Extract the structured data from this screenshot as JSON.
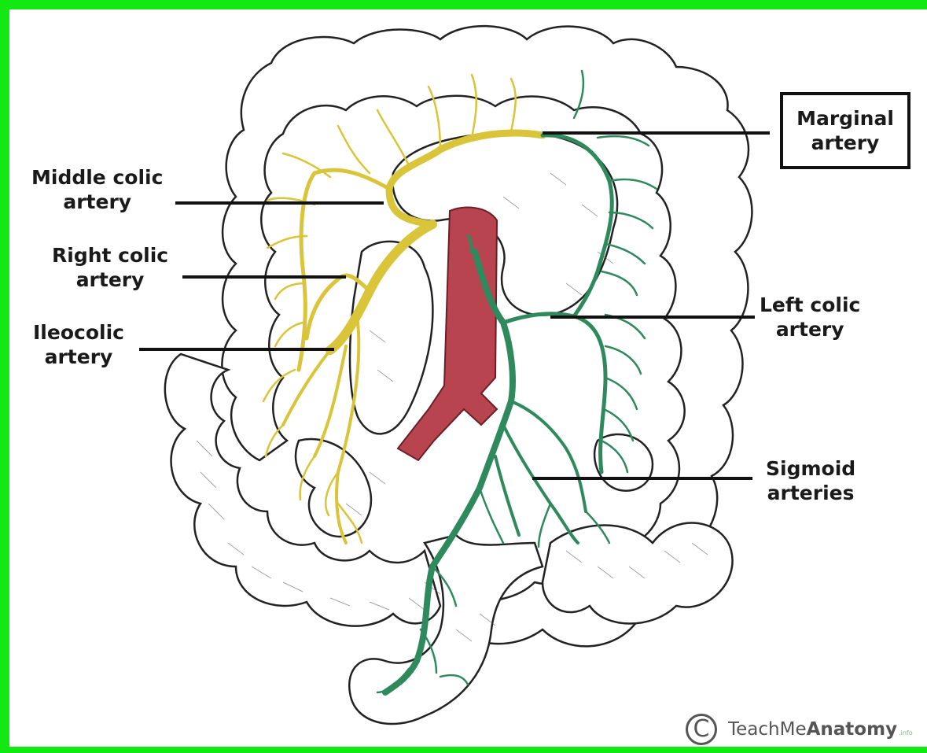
{
  "labels": {
    "marginal_artery": [
      "Marginal",
      "artery"
    ],
    "middle_colic_artery": [
      "Middle colic",
      "artery"
    ],
    "right_colic_artery": [
      "Right colic",
      "artery"
    ],
    "ileocolic_artery": [
      "Ileocolic",
      "artery"
    ],
    "left_colic_artery": [
      "Left colic",
      "artery"
    ],
    "sigmoid_arteries": [
      "Sigmoid",
      "arteries"
    ]
  },
  "watermark": {
    "symbol": "C",
    "brand_regular": "TeachMe",
    "brand_bold": "Anatomy",
    "suffix": ".info"
  },
  "colors": {
    "border": "#12e812",
    "superior_mesenteric_branches": "#d9c43a",
    "inferior_mesenteric_branches": "#2e8a5c",
    "aorta": "#b84450",
    "outline": "#222222"
  }
}
